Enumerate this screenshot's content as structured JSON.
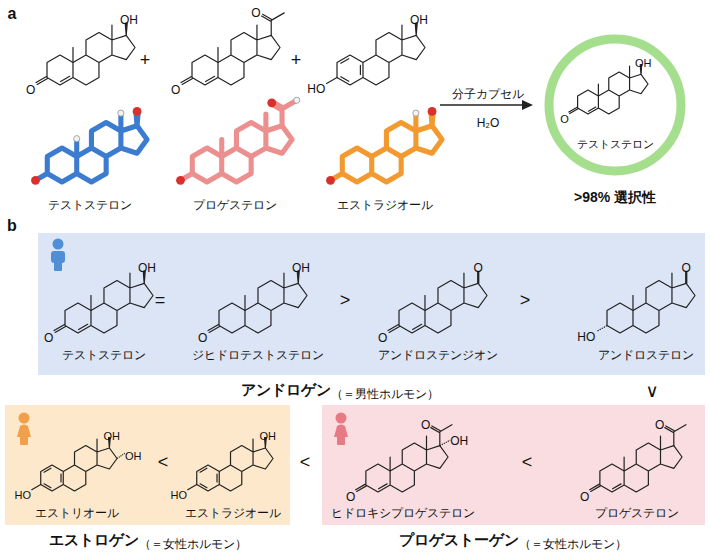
{
  "diagram": {
    "nodes": [
      {
        "text": [
          "テストステロン"
        ]
      },
      {
        "text": [
          "アンドロゲン",
          "（＝男性ホルモン）",
          "テストステロン",
          "ジヒドロテストステロン",
          "アンドロステンジオン",
          "アンドロステロン"
        ]
      },
      {
        "text": [
          "エストロゲン",
          "（＝女性ホルモン）",
          "エストリオール",
          "エストラジオール"
        ]
      },
      {
        "text": [
          "プロゲストーゲン",
          "（＝女性ホルモン）",
          "ヒドロキシプロゲステロン",
          "プロゲステロン"
        ]
      }
    ],
    "labels": [
      "a",
      "OH",
      "O",
      "+",
      "O",
      "O",
      "+",
      "OH",
      "HO",
      "分子カプセル",
      "H₂O",
      "テストステロン",
      "プロゲステロン",
      "エストラジオール",
      "OH",
      "O",
      ">98% 選択性",
      "b",
      "OH",
      "O",
      "=",
      "OH",
      "O",
      ">",
      "O",
      "O",
      ">",
      "O",
      "HO",
      "∨",
      "OH",
      "OH",
      "HO",
      "<",
      "OH",
      "HO",
      "<",
      "O",
      "OH",
      "O",
      "<",
      "O",
      "O"
    ]
  }
}
